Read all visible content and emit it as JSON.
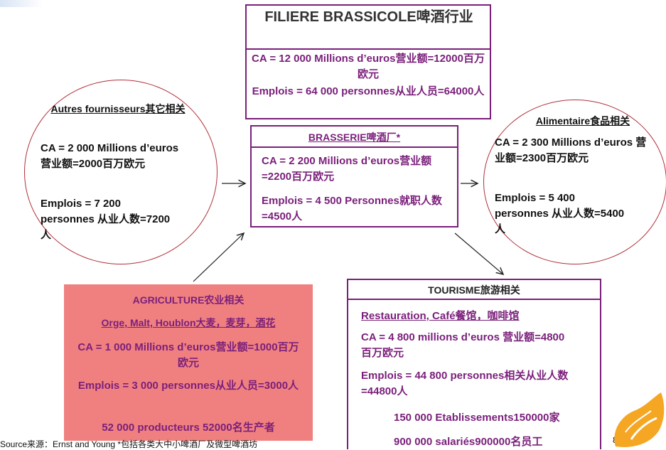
{
  "top_box": {
    "title": "FILIERE BRASSICOLE啤酒行业",
    "ca": "CA = 12 000 Millions d’euros营业额=12000百万欧元",
    "emplois": "Emplois = 64 000 personnes从业人员=64000人"
  },
  "brasserie": {
    "title": "BRASSERIE啤酒厂*",
    "ca": "CA = 2 200 Millions d’euros营业额=2200百万欧元",
    "emplois": "Emplois = 4 500 Personnes就职人数=4500人"
  },
  "autres": {
    "title": "Autres fournisseurs其它相关",
    "ca": "CA = 2 000 Millions d’euros 营业额=2000百万欧元",
    "emplois": "Emplois = 7 200 personnes 从业人数=7200人"
  },
  "alimentaire": {
    "title": "Alimentaire食品相关",
    "ca": "CA = 2 300 Millions d’euros 营业额=2300百万欧元",
    "emplois": "Emplois = 5 400 personnes 从业人数=5400人"
  },
  "agriculture": {
    "title": "AGRICULTURE农业相关",
    "sub": "Orge, Malt, Houblon大麦，麦芽，酒花",
    "ca": "CA = 1 000 Millions d’euros营业额=1000百万欧元",
    "emplois": "Emplois = 3 000 personnes从业人员=3000人",
    "producteurs": "52 000 producteurs 52000名生产者"
  },
  "tourisme": {
    "title": "TOURISME旅游相关",
    "sub": "Restauration, Café餐馆，咖啡馆",
    "ca": "CA = 4 800 millions d’euros 营业额=4800百万欧元",
    "emplois": "Emplois = 44 800 personnes相关从业人数=44800人",
    "etablissements": "150 000 Etablissements150000家",
    "salaries": "900 000 salariés900000名员工"
  },
  "footer": {
    "source": "Source来源：Ernst and Young  *包括各类大中小啤酒厂及微型啤酒坊",
    "page_num": "8"
  },
  "colors": {
    "box_border": "#7a1f7a",
    "ellipse_border": "#b0303a",
    "agriculture_bg": "#f08080",
    "logo_orange": "#f5a623"
  }
}
